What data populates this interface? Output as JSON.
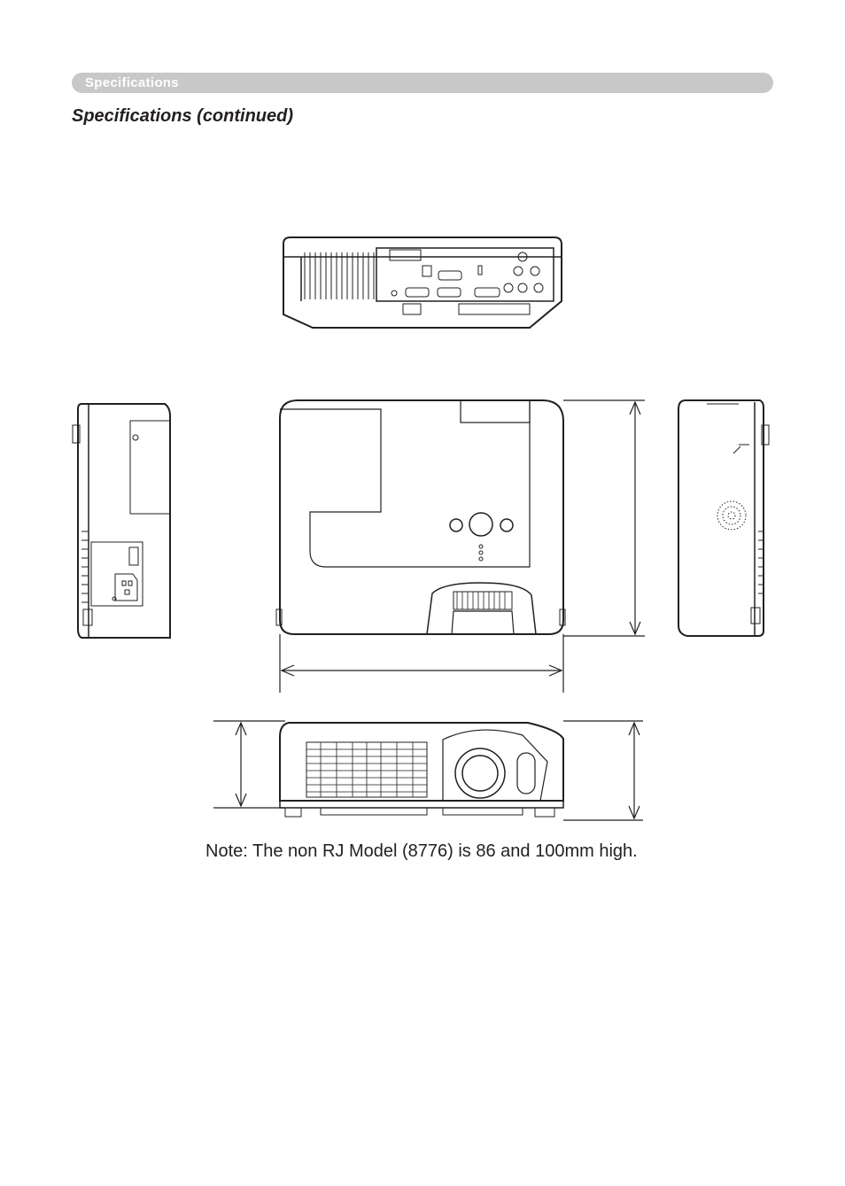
{
  "header": {
    "section_label": "Specifications",
    "subtitle": "Specifications (continued)"
  },
  "figure": {
    "views": [
      "rear-view",
      "left-side-view",
      "top-view",
      "right-side-view",
      "front-view"
    ],
    "dimension_markers": [
      "depth-arrow",
      "width-arrow",
      "height-arrow-left",
      "height-arrow-right"
    ]
  },
  "note": "Note: The non RJ Model (8776) is 86 and 100mm high."
}
